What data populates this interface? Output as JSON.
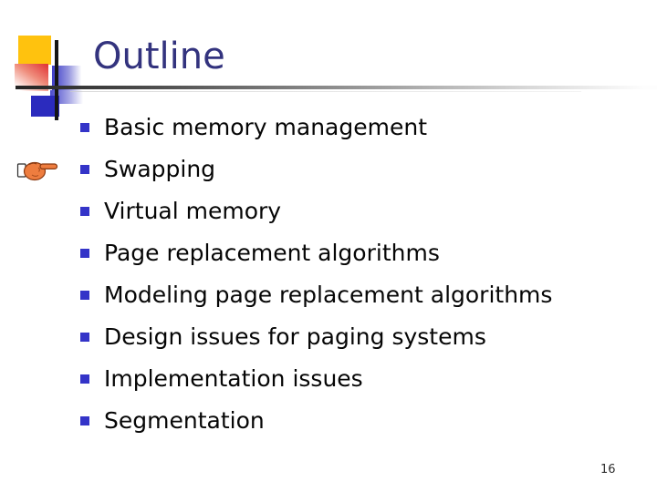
{
  "slide": {
    "title": "Outline",
    "bullets": [
      "Basic memory management",
      "Swapping",
      "Virtual memory",
      "Page replacement algorithms",
      "Modeling page replacement algorithms",
      "Design issues for paging systems",
      "Implementation issues",
      "Segmentation"
    ],
    "pointer": {
      "icon": "pointing-hand-icon",
      "points_to_bullet": "Swapping"
    },
    "page_number": "16",
    "colors": {
      "title_text": "#33337E",
      "body_text": "#060606",
      "bullet_square": "#3434C8",
      "accent_yellow": "#FFC20E",
      "accent_red": "#E23A3A",
      "accent_blue_solid": "#2B2BBE",
      "accent_blue_gradient": "#3D3DC8",
      "cross_line": "#151515",
      "rule_gradient_start": "#232323",
      "hand_fill": "#EE7D3F",
      "hand_outline": "#8A3A12"
    }
  }
}
